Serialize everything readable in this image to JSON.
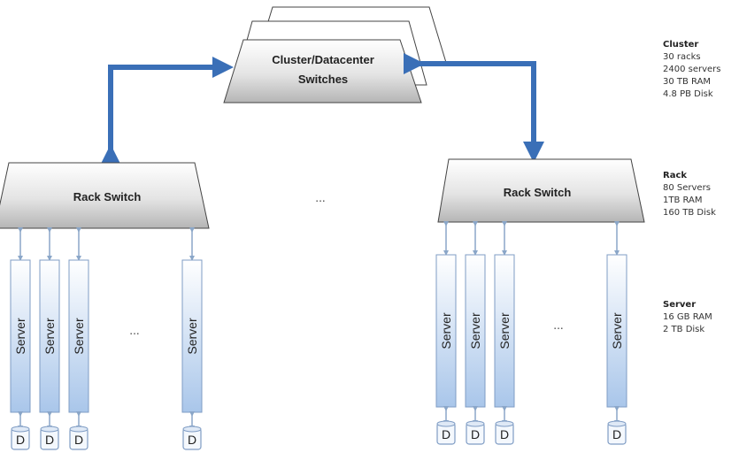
{
  "cluster_switch": {
    "line1": "Cluster/Datacenter",
    "line2": "Switches"
  },
  "rack_switch_label": "Rack Switch",
  "server_label": "Server",
  "disk_label": "D",
  "ellipsis": "...",
  "legend": {
    "cluster": {
      "title": "Cluster",
      "lines": [
        "30 racks",
        "2400 servers",
        "30 TB RAM",
        "4.8 PB Disk"
      ]
    },
    "rack": {
      "title": "Rack",
      "lines": [
        "80 Servers",
        "1TB RAM",
        "160 TB Disk"
      ]
    },
    "server": {
      "title": "Server",
      "lines": [
        "16 GB RAM",
        "2 TB Disk"
      ]
    }
  },
  "colors": {
    "arrow": "#3a6fb7",
    "server_top": "#ffffff",
    "server_bottom": "#a9c6ea",
    "switch_top": "#ffffff",
    "switch_bottom": "#b9b9b9"
  }
}
